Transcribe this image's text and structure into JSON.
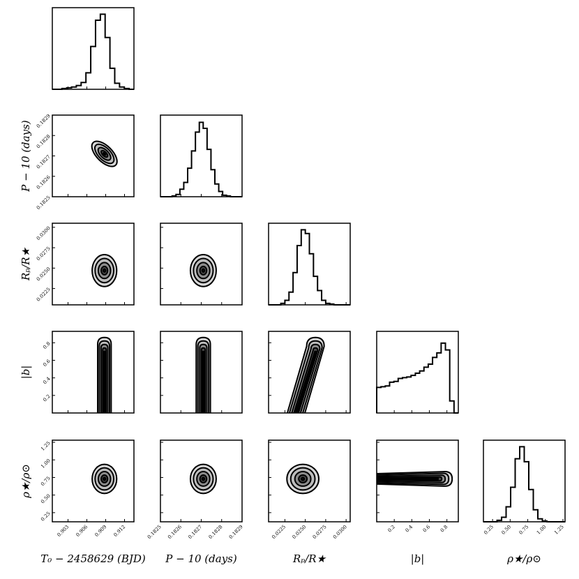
{
  "chart_data": {
    "type": "corner",
    "parameters": [
      {
        "key": "t0",
        "label": "T₀ − 2458629 (BJD)",
        "range": [
          0.9005,
          0.9135
        ],
        "ticks": [
          0.903,
          0.906,
          0.909,
          0.912
        ],
        "tick_labels": [
          "0.903",
          "0.906",
          "0.909",
          "0.912"
        ],
        "mean": 0.9088,
        "sigma": 0.00085
      },
      {
        "key": "p",
        "label": "P − 10 (days)",
        "range": [
          0.1825,
          0.1829
        ],
        "ticks": [
          0.1825,
          0.1826,
          0.1827,
          0.1828,
          0.1829
        ],
        "tick_labels": [
          "0.1825",
          "0.1826",
          "0.1827",
          "0.1828",
          "0.1829"
        ],
        "mean": 0.18271,
        "sigma": 2.75e-05
      },
      {
        "key": "rp",
        "label": "Rₚ/R★",
        "range": [
          0.0205,
          0.0305
        ],
        "ticks": [
          0.0225,
          0.025,
          0.0275,
          0.03
        ],
        "tick_labels": [
          "0.0225",
          "0.0250",
          "0.0275",
          "0.0300"
        ],
        "mean": 0.0247,
        "sigma": 0.00085
      },
      {
        "key": "b",
        "label": "|b|",
        "range": [
          0.0,
          0.93
        ],
        "ticks": [
          0.2,
          0.4,
          0.6,
          0.8
        ],
        "tick_labels": [
          "0.2",
          "0.4",
          "0.6",
          "0.8"
        ],
        "mean": 0.6,
        "sigma": 0.2
      },
      {
        "key": "rho",
        "label": "ρ★/ρ⊙",
        "range": [
          0.12,
          1.28
        ],
        "ticks": [
          0.25,
          0.5,
          0.75,
          1.0,
          1.25
        ],
        "tick_labels": [
          "0.25",
          "0.50",
          "0.75",
          "1.00",
          "1.25"
        ],
        "mean": 0.73,
        "sigma": 0.09
      }
    ],
    "histograms": {
      "t0": [
        0,
        0,
        0.01,
        0.02,
        0.03,
        0.05,
        0.09,
        0.22,
        0.57,
        0.92,
        1.0,
        0.69,
        0.28,
        0.08,
        0.03,
        0.01,
        0
      ],
      "p": [
        0,
        0,
        0,
        0.01,
        0.03,
        0.1,
        0.19,
        0.38,
        0.61,
        0.86,
        0.99,
        0.91,
        0.63,
        0.36,
        0.17,
        0.07,
        0.02,
        0.01,
        0,
        0,
        0
      ],
      "rp": [
        0,
        0,
        0,
        0.02,
        0.06,
        0.17,
        0.43,
        0.79,
        1.0,
        0.95,
        0.68,
        0.38,
        0.19,
        0.06,
        0.02,
        0.01,
        0,
        0,
        0,
        0
      ],
      "b": [
        0.34,
        0.35,
        0.36,
        0.41,
        0.42,
        0.46,
        0.47,
        0.48,
        0.5,
        0.53,
        0.56,
        0.61,
        0.65,
        0.74,
        0.8,
        0.93,
        0.84,
        0.16,
        0.0
      ],
      "rho": [
        0,
        0,
        0,
        0.02,
        0.06,
        0.2,
        0.46,
        0.84,
        1.0,
        0.8,
        0.43,
        0.16,
        0.04,
        0.01,
        0,
        0,
        0,
        0
      ]
    },
    "corr": {
      "t0-p": -0.6,
      "t0-b": 0.1,
      "p-b": 0.05,
      "rp-b": 0.55,
      "b-rho": -0.15
    },
    "grid": false,
    "legend": "none"
  }
}
